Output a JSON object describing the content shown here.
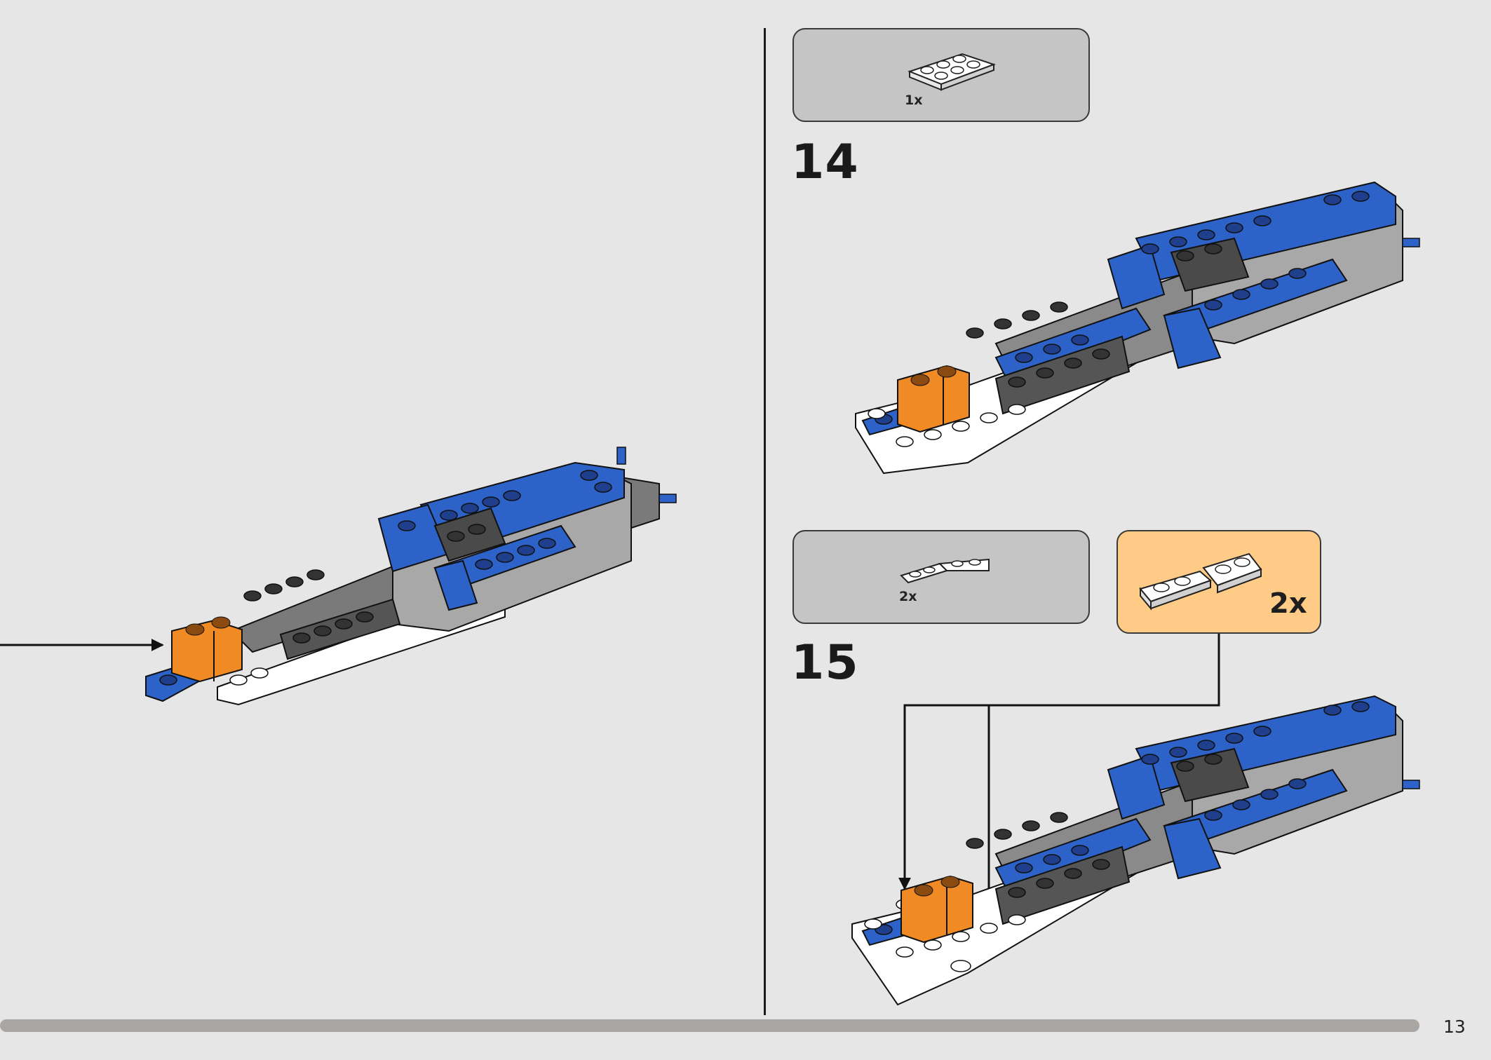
{
  "step14": {
    "number": "14",
    "parts": [
      {
        "name": "plate-2x3-white",
        "quantity": "1x"
      }
    ]
  },
  "step15": {
    "number": "15",
    "parts": [
      {
        "name": "plate-modified-white",
        "quantity": "2x"
      }
    ],
    "callout": {
      "quantity": "2x"
    }
  },
  "page": {
    "number": "13",
    "progress": 0.95
  },
  "colors": {
    "background": "#e6e6e6",
    "parts_box": "#c5c5c5",
    "highlight_box": "#ffcb87",
    "brick_blue": "#2d63c8",
    "brick_orange": "#f08a24",
    "brick_dark_gray": "#555555",
    "brick_white": "#ffffff"
  }
}
